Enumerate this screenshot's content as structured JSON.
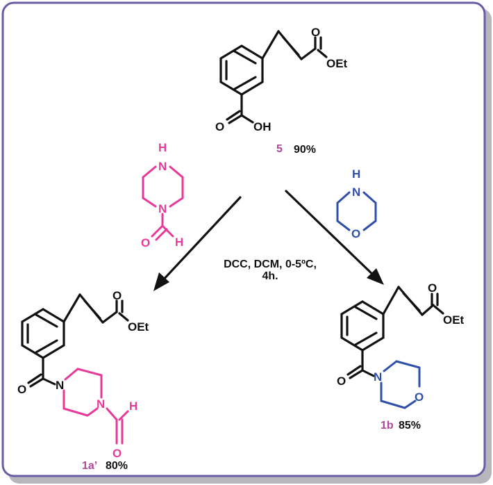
{
  "colors": {
    "frame": "#6b5aa6",
    "frame_shadow": "#b6b6bc",
    "black": "#111111",
    "pink": "#e8399a",
    "blue": "#2f4fa8",
    "compound_label": "#b0479a"
  },
  "atoms": {
    "O": "O",
    "OEt": "OEt",
    "OH": "OH",
    "N": "N",
    "H": "H"
  },
  "compounds": {
    "start": {
      "id": "5",
      "yield": "90%"
    },
    "left_product": {
      "id": "1a’",
      "yield": "80%"
    },
    "right_product": {
      "id": "1b",
      "yield": "85%"
    }
  },
  "reagents": {
    "left": "N-formylpiperazine",
    "right": "morpholine"
  },
  "conditions": {
    "line1": "DCC, DCM, 0-5ºC,",
    "line2": "4h."
  }
}
